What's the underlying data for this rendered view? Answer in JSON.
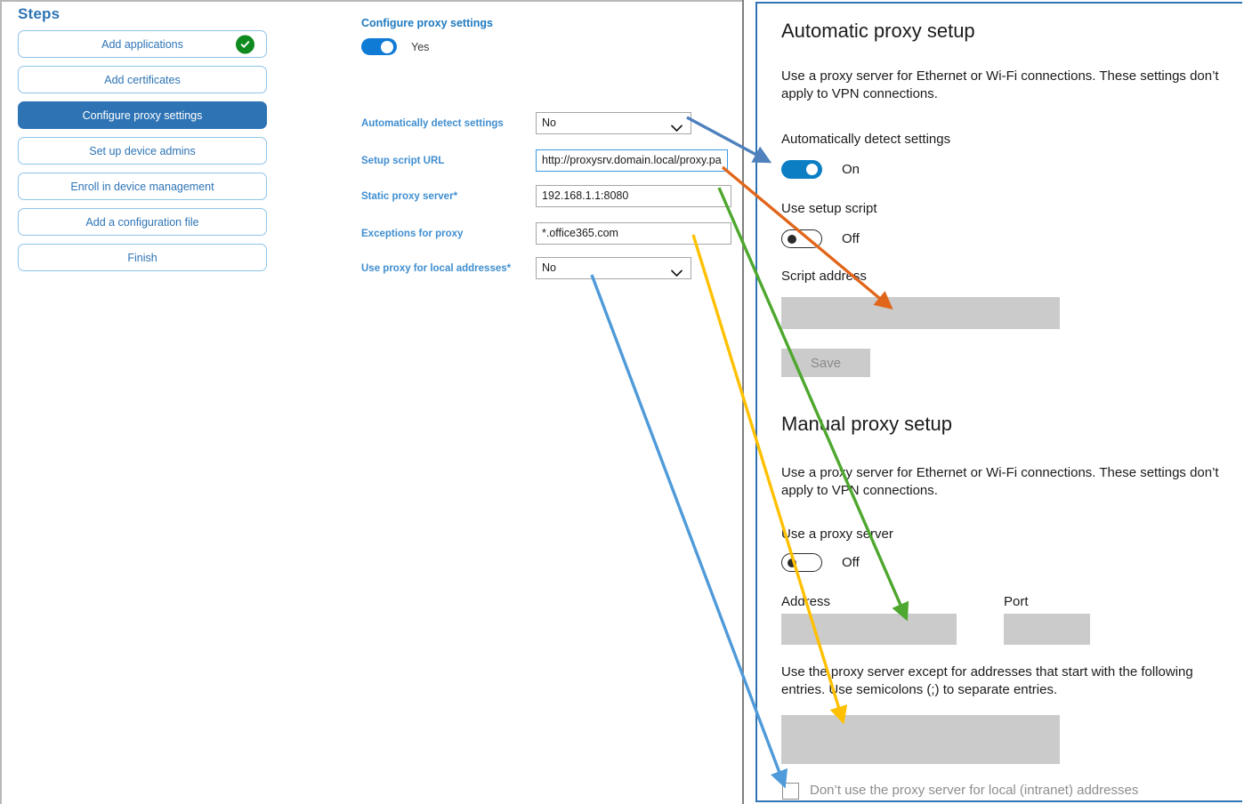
{
  "steps": {
    "title": "Steps",
    "items": [
      {
        "label": "Add applications",
        "state": "complete",
        "icon": "check-circle-icon"
      },
      {
        "label": "Add certificates",
        "state": "default"
      },
      {
        "label": "Configure proxy settings",
        "state": "active"
      },
      {
        "label": "Set up device admins",
        "state": "default"
      },
      {
        "label": "Enroll in device management",
        "state": "default"
      },
      {
        "label": "Add a configuration file",
        "state": "default"
      },
      {
        "label": "Finish",
        "state": "default"
      }
    ]
  },
  "form": {
    "heading": "Configure proxy settings",
    "toggle": {
      "value": "Yes",
      "state": "on"
    },
    "fields": [
      {
        "label": "Automatically detect settings",
        "required": false,
        "control": "select",
        "value": "No",
        "icon": "chevron-down-icon"
      },
      {
        "label": "Setup script URL",
        "required": false,
        "control": "text",
        "value": "http://proxysrv.domain.local/proxy.pa",
        "focused": true
      },
      {
        "label": "Static proxy server",
        "required": true,
        "control": "text",
        "value": "192.168.1.1:8080",
        "focused": false
      },
      {
        "label": "Exceptions for proxy",
        "required": false,
        "control": "text",
        "value": "*.office365.com",
        "focused": false
      },
      {
        "label": "Use proxy for local addresses",
        "required": true,
        "control": "select",
        "value": "No",
        "icon": "chevron-down-icon"
      }
    ],
    "required_marker": "*"
  },
  "windows_settings": {
    "automatic": {
      "heading": "Automatic proxy setup",
      "description": "Use a proxy server for Ethernet or Wi-Fi connections. These settings don’t apply to VPN connections.",
      "detect_label": "Automatically detect settings",
      "detect_state": "On",
      "script_toggle_label": "Use setup script",
      "script_toggle_state": "Off",
      "script_address_label": "Script address",
      "script_address_value": "",
      "save_label": "Save"
    },
    "manual": {
      "heading": "Manual proxy setup",
      "description": "Use a proxy server for Ethernet or Wi-Fi connections. These settings don’t apply to VPN connections.",
      "use_proxy_label": "Use a proxy server",
      "use_proxy_state": "Off",
      "address_label": "Address",
      "address_value": "",
      "port_label": "Port",
      "port_value": "",
      "exceptions_description": "Use the proxy server except for addresses that start with the following entries. Use semicolons (;) to separate entries.",
      "exceptions_value": "",
      "bypass_local_label": "Don’t use the proxy server for local (intranet) addresses",
      "bypass_local_checked": false
    }
  },
  "annotations": [
    {
      "name": "blue-arrow-detect-settings",
      "color": "#4f81bd",
      "from_label": "Automatically detect settings",
      "to_label": "Automatically detect settings"
    },
    {
      "name": "orange-arrow-setup-script-url",
      "color": "#e1661b",
      "from_label": "Setup script URL",
      "to_label": "Script address"
    },
    {
      "name": "green-arrow-static-proxy-server",
      "color": "#4ea72e",
      "from_label": "Static proxy server",
      "to_label": "Address"
    },
    {
      "name": "yellow-arrow-exceptions",
      "color": "#ffc000",
      "from_label": "Exceptions for proxy",
      "to_label": "Exceptions entries box"
    },
    {
      "name": "blue-arrow-local-addresses",
      "color": "#4f9ad9",
      "from_label": "Use proxy for local addresses",
      "to_label": "Don’t use the proxy server for local (intranet) addresses"
    }
  ],
  "colors": {
    "accent_blue": "#2e74b5",
    "label_blue": "#3f8ed0",
    "toggle_on": "#0b7ec4",
    "check_green": "#0f8a1e",
    "field_gray": "#cbcbcb"
  }
}
